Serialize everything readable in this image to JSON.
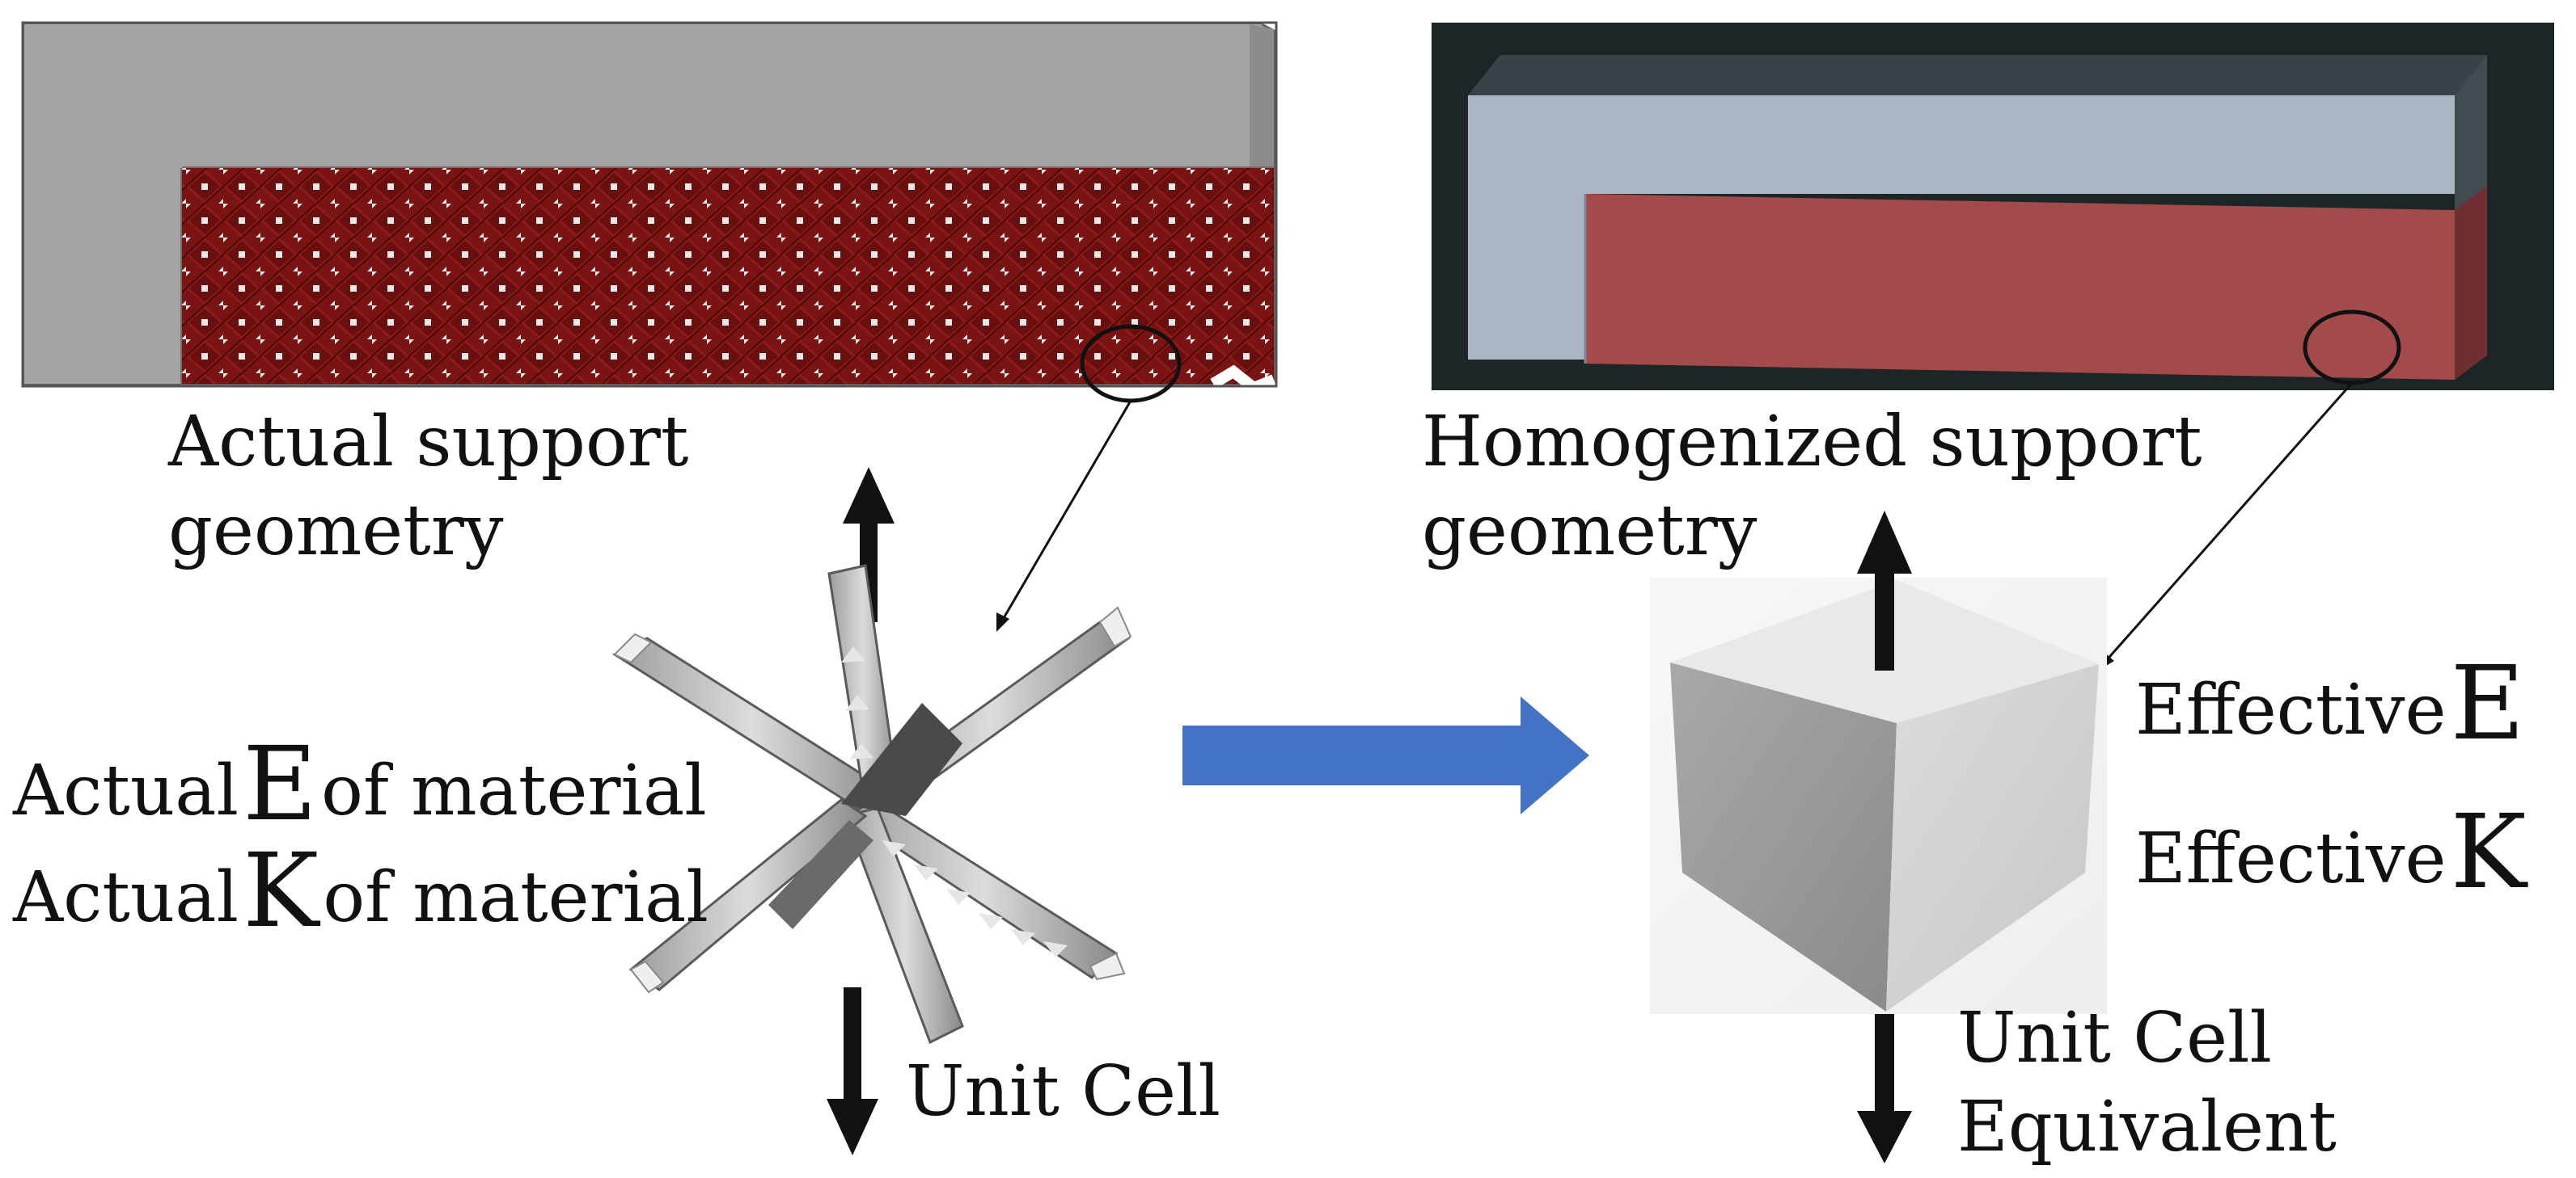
{
  "left": {
    "caption": "Actual support\ngeometry",
    "unit_cell_label": "Unit Cell",
    "property_lines": [
      {
        "prefix": "Actual",
        "symbol": "E",
        "suffix": "of material"
      },
      {
        "prefix": "Actual",
        "symbol": "K",
        "suffix": "of material"
      }
    ],
    "colors": {
      "support_gray": "#a4a4a4",
      "lattice_red": "#7a1313",
      "lattice_highlight": "#e8e8e8"
    }
  },
  "right": {
    "caption": "Homogenized support\ngeometry",
    "unit_cell_label": "Unit Cell\nEquivalent",
    "property_lines": [
      {
        "prefix": "Effective",
        "symbol": "E"
      },
      {
        "prefix": "Effective",
        "symbol": "K"
      }
    ],
    "colors": {
      "background": "#1e2526",
      "support_blue": "#a9b5c3",
      "solid_red": "#a34b4b",
      "top_edge": "#3a4247"
    }
  },
  "arrow": {
    "color": "#4472c4",
    "icon": "right-arrow-icon"
  }
}
